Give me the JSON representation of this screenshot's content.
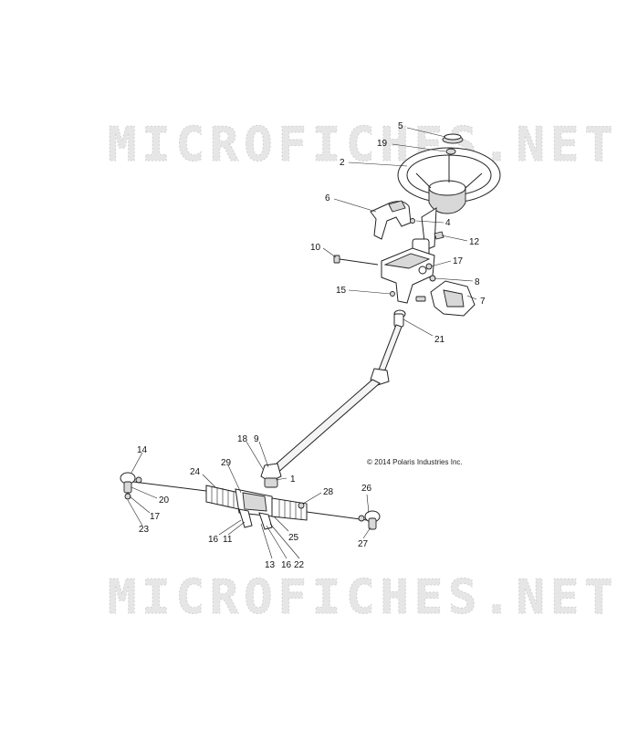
{
  "watermarks": [
    "MICROFICHES.NET",
    "MICROFICHES.NET"
  ],
  "copyright": "© 2014 Polaris Industries Inc.",
  "callouts": {
    "c1": "1",
    "c2": "2",
    "c4": "4",
    "c5": "5",
    "c6": "6",
    "c7": "7",
    "c8": "8",
    "c9": "9",
    "c10": "10",
    "c11": "11",
    "c12": "12",
    "c13": "13",
    "c14": "14",
    "c15": "15",
    "c16a": "16",
    "c16b": "16",
    "c17a": "17",
    "c17b": "17",
    "c18": "18",
    "c19": "19",
    "c20": "20",
    "c21": "21",
    "c22": "22",
    "c23": "23",
    "c24": "24",
    "c25": "25",
    "c26": "26",
    "c27": "27",
    "c28": "28",
    "c29": "29"
  }
}
